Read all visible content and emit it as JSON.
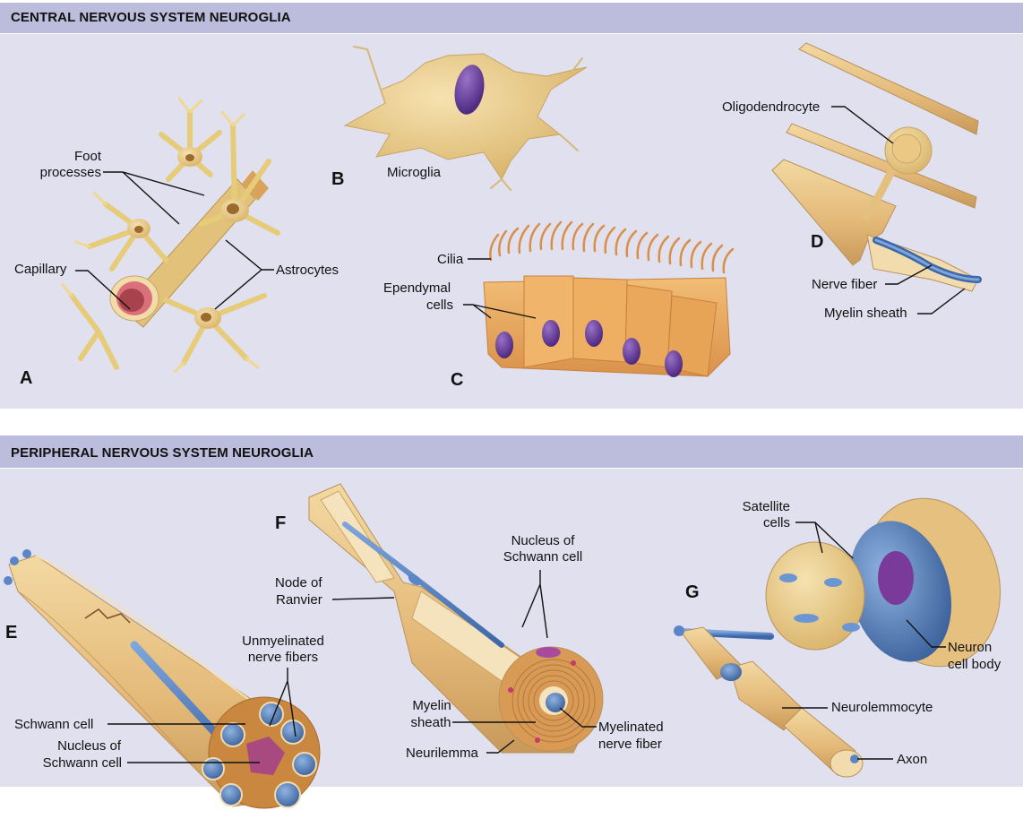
{
  "sections": {
    "cns": {
      "title": "CENTRAL NERVOUS SYSTEM NEUROGLIA",
      "panels": {
        "A": {
          "letter": "A",
          "labels": {
            "foot_processes_1": "Foot",
            "foot_processes_2": "processes",
            "capillary": "Capillary",
            "astrocytes": "Astrocytes"
          }
        },
        "B": {
          "letter": "B",
          "labels": {
            "microglia": "Microglia"
          }
        },
        "C": {
          "letter": "C",
          "labels": {
            "cilia": "Cilia",
            "ependymal_1": "Ependymal",
            "ependymal_2": "cells"
          }
        },
        "D": {
          "letter": "D",
          "labels": {
            "oligodendrocyte": "Oligodendrocyte",
            "nerve_fiber": "Nerve fiber",
            "myelin_sheath": "Myelin sheath"
          }
        }
      }
    },
    "pns": {
      "title": "PERIPHERAL NERVOUS SYSTEM NEUROGLIA",
      "panels": {
        "E": {
          "letter": "E",
          "labels": {
            "unmyelinated_1": "Unmyelinated",
            "unmyelinated_2": "nerve fibers",
            "schwann_cell": "Schwann cell",
            "nucleus_1": "Nucleus of",
            "nucleus_2": "Schwann cell"
          }
        },
        "F": {
          "letter": "F",
          "labels": {
            "node_1": "Node of",
            "node_2": "Ranvier",
            "nucleus_1": "Nucleus of",
            "nucleus_2": "Schwann cell",
            "myelin_1": "Myelin",
            "myelin_2": "sheath",
            "neurilemma": "Neurilemma",
            "myelinated_1": "Myelinated",
            "myelinated_2": "nerve fiber"
          }
        },
        "G": {
          "letter": "G",
          "labels": {
            "satellite_1": "Satellite",
            "satellite_2": "cells",
            "neuron_1": "Neuron",
            "neuron_2": "cell body",
            "neurolemmocyte": "Neurolemmocyte",
            "axon": "Axon"
          }
        }
      }
    }
  },
  "colors": {
    "header_bg": "#bcbcdc",
    "panel_bg": "#e0e0ef",
    "cell_tan": "#e9c88a",
    "ependymal_orange": "#e9a95a",
    "nucleus_purple": "#6a3f9a",
    "axon_blue": "#4f7fc0",
    "capillary_red": "#d9707a"
  }
}
